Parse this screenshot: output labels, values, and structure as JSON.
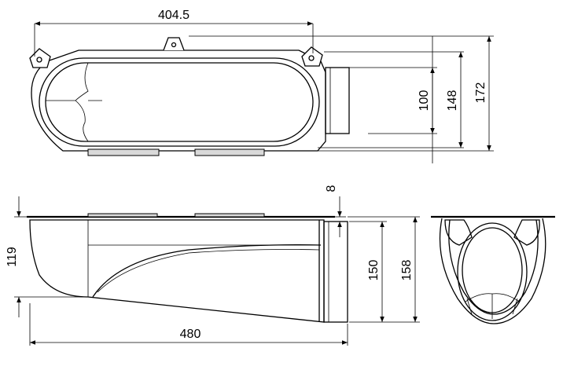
{
  "dimensions": {
    "top_width": "404.5",
    "height_100": "100",
    "height_148": "148",
    "height_172": "172",
    "side_119": "119",
    "side_8": "8",
    "side_150": "150",
    "side_158": "158",
    "length_480": "480"
  },
  "colors": {
    "line": "#000000",
    "background": "#ffffff",
    "flange_fill": "#d9d9d9"
  }
}
